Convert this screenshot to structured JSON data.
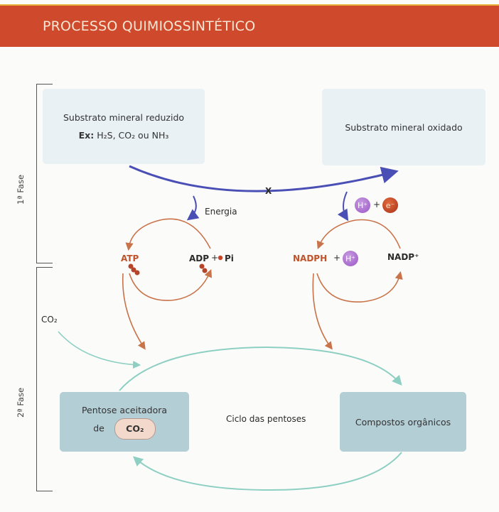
{
  "header": {
    "title": "PROCESSO QUIMIOSSINTÉTICO"
  },
  "phases": {
    "first": "1ª Fase",
    "second": "2ª Fase"
  },
  "boxes": {
    "reduced": {
      "title": "Substrato mineral reduzido",
      "example_prefix": "Ex:",
      "example": "H₂S, CO₂ ou NH₃"
    },
    "oxidized": {
      "title": "Substrato mineral oxidado"
    },
    "pentose": {
      "line1": "Pentose aceitadora",
      "line2": "de",
      "molecule": "CO₂"
    },
    "organic": {
      "title": "Compostos orgânicos"
    }
  },
  "labels": {
    "x": "X",
    "energia": "Energia",
    "atp": "ATP",
    "adp": "ADP",
    "plus_pi": "+",
    "pi": "Pi",
    "nadph": "NADPH",
    "plus": "+",
    "nadp": "NADP⁺",
    "hplus": "H⁺",
    "eminus": "e⁻",
    "co2_input": "CO₂",
    "cycle": "Ciclo das pentoses"
  },
  "colors": {
    "header": "#cf4a2c",
    "blue_arrow": "#4a4fb5",
    "orange_arrow": "#c9734a",
    "teal_arrow": "#8dcfc2",
    "box_light": "#e9f1f5",
    "box_dark": "#b4ced6"
  }
}
